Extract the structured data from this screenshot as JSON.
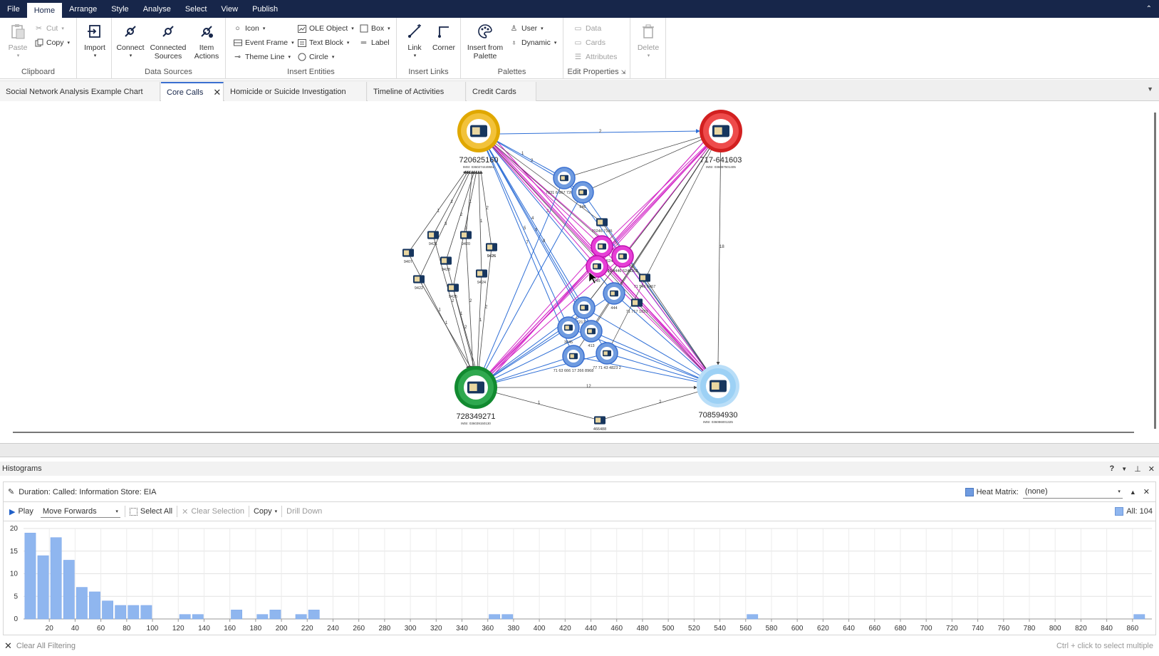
{
  "menu": [
    "File",
    "Home",
    "Arrange",
    "Style",
    "Analyse",
    "Select",
    "View",
    "Publish"
  ],
  "ribbon": {
    "clipboard": {
      "label": "Clipboard",
      "paste": "Paste",
      "cut": "Cut",
      "copy": "Copy"
    },
    "data_sources": {
      "label": "Data Sources",
      "import": "Import",
      "connect": "Connect",
      "connected_sources": "Connected Sources",
      "item_actions": "Item Actions"
    },
    "insert_entities": {
      "label": "Insert Entities",
      "icon": "Icon",
      "event_frame": "Event Frame",
      "theme_line": "Theme Line",
      "ole_object": "OLE Object",
      "text_block": "Text Block",
      "circle": "Circle",
      "box": "Box",
      "label_btn": "Label"
    },
    "insert_links": {
      "label": "Insert Links",
      "link": "Link",
      "corner": "Corner"
    },
    "palettes": {
      "label": "Palettes",
      "insert_from_palette": "Insert from Palette",
      "user": "User",
      "dynamic": "Dynamic"
    },
    "edit_properties": {
      "label": "Edit Properties",
      "data": "Data",
      "cards": "Cards",
      "attributes": "Attributes"
    },
    "delete": {
      "label": "Delete"
    }
  },
  "tabs": [
    {
      "label": "Social Network Analysis Example Chart",
      "active": false
    },
    {
      "label": "Core Calls",
      "active": true
    },
    {
      "label": "Homicide or Suicide Investigation",
      "active": false
    },
    {
      "label": "Timeline of Activities",
      "active": false
    },
    {
      "label": "Credit Cards",
      "active": false
    }
  ],
  "graph": {
    "hubs": [
      {
        "id": "h1",
        "number": "720625160",
        "imsi": "IMSI: 0360274449551",
        "color": "#f2c23a",
        "ring": "#e0a800"
      },
      {
        "id": "h2",
        "number": "717-641603",
        "imsi": "IMSI: 036087501405",
        "color": "#ee4b4b",
        "ring": "#d22020"
      },
      {
        "id": "h3",
        "number": "728349271",
        "imsi": "IMSI: 036039150130",
        "color": "#2fa84f",
        "ring": "#128a30"
      },
      {
        "id": "h4",
        "number": "708594930",
        "imsi": "IMSI: 036086001325",
        "color": "#9dd1f5",
        "ring": "#b9def8"
      }
    ],
    "small": [
      {
        "id": "s1",
        "label": "9407",
        "kind": "card"
      },
      {
        "id": "s2",
        "label": "9421",
        "kind": "card"
      },
      {
        "id": "s3",
        "label": "9422",
        "kind": "card"
      },
      {
        "id": "s4",
        "label": "9420",
        "kind": "card"
      },
      {
        "id": "s5",
        "label": "9428",
        "kind": "card"
      },
      {
        "id": "s6",
        "label": "9426",
        "kind": "card"
      },
      {
        "id": "s7",
        "label": "9425",
        "kind": "card"
      },
      {
        "id": "s8",
        "label": "9424",
        "kind": "card"
      },
      {
        "id": "s9",
        "label": "9426",
        "kind": "card"
      },
      {
        "id": "s10",
        "label": "70246 7145",
        "kind": "card"
      },
      {
        "id": "s11",
        "label": "71 546 6467",
        "kind": "card"
      },
      {
        "id": "s12",
        "label": "71 717 1023",
        "kind": "card"
      },
      {
        "id": "s13",
        "label": "466488",
        "kind": "card"
      },
      {
        "id": "b1",
        "label": "7031 6 867 726 4853",
        "kind": "blue"
      },
      {
        "id": "b2",
        "label": "946",
        "kind": "blue"
      },
      {
        "id": "b3",
        "label": "444",
        "kind": "blue"
      },
      {
        "id": "b4",
        "label": "7217 9 1",
        "kind": "blue"
      },
      {
        "id": "b5",
        "label": "3045",
        "kind": "blue"
      },
      {
        "id": "b6",
        "label": "413",
        "kind": "blue"
      },
      {
        "id": "b7",
        "label": "71 63 666 17 266 8968",
        "kind": "blue"
      },
      {
        "id": "b8",
        "label": "77 71 43 4823 2",
        "kind": "blue"
      },
      {
        "id": "m1",
        "label": "6780 492 5247",
        "kind": "magenta"
      },
      {
        "id": "m2",
        "label": "43 4446 5246202",
        "kind": "magenta"
      },
      {
        "id": "m3",
        "label": "045",
        "kind": "magenta"
      }
    ]
  },
  "histograms": {
    "panel_title": "Histograms",
    "title": "Duration: Called: Information Store: EIA",
    "heat_matrix_label": "Heat Matrix:",
    "heat_matrix_value": "(none)",
    "play": "Play",
    "direction": "Move Forwards",
    "select_all": "Select All",
    "clear_selection": "Clear Selection",
    "copy": "Copy",
    "drill_down": "Drill Down",
    "all_count": "All: 104",
    "clear_all_filtering": "Clear All Filtering",
    "hint": "Ctrl + click to select multiple"
  },
  "chart_data": {
    "type": "bar",
    "title": "",
    "xlabel": "",
    "ylabel": "",
    "ylim": [
      0,
      20
    ],
    "xlim": [
      0,
      875
    ],
    "xticks": [
      20,
      40,
      60,
      80,
      100,
      120,
      140,
      160,
      180,
      200,
      220,
      240,
      260,
      280,
      300,
      320,
      340,
      360,
      380,
      400,
      420,
      440,
      460,
      480,
      500,
      520,
      540,
      560,
      580,
      600,
      620,
      640,
      660,
      680,
      700,
      720,
      740,
      760,
      780,
      800,
      820,
      840,
      860
    ],
    "yticks": [
      0,
      5,
      10,
      15,
      20
    ],
    "bin_width": 10,
    "bins": [
      {
        "x": 10,
        "value": 19
      },
      {
        "x": 20,
        "value": 14
      },
      {
        "x": 30,
        "value": 18
      },
      {
        "x": 40,
        "value": 13
      },
      {
        "x": 50,
        "value": 7
      },
      {
        "x": 60,
        "value": 6
      },
      {
        "x": 70,
        "value": 4
      },
      {
        "x": 80,
        "value": 3
      },
      {
        "x": 90,
        "value": 3
      },
      {
        "x": 100,
        "value": 3
      },
      {
        "x": 130,
        "value": 1
      },
      {
        "x": 140,
        "value": 1
      },
      {
        "x": 170,
        "value": 2
      },
      {
        "x": 190,
        "value": 1
      },
      {
        "x": 200,
        "value": 2
      },
      {
        "x": 220,
        "value": 1
      },
      {
        "x": 230,
        "value": 2
      },
      {
        "x": 370,
        "value": 1
      },
      {
        "x": 380,
        "value": 1
      },
      {
        "x": 570,
        "value": 1
      },
      {
        "x": 870,
        "value": 1
      }
    ],
    "bar_color": "#8fb6ef"
  }
}
